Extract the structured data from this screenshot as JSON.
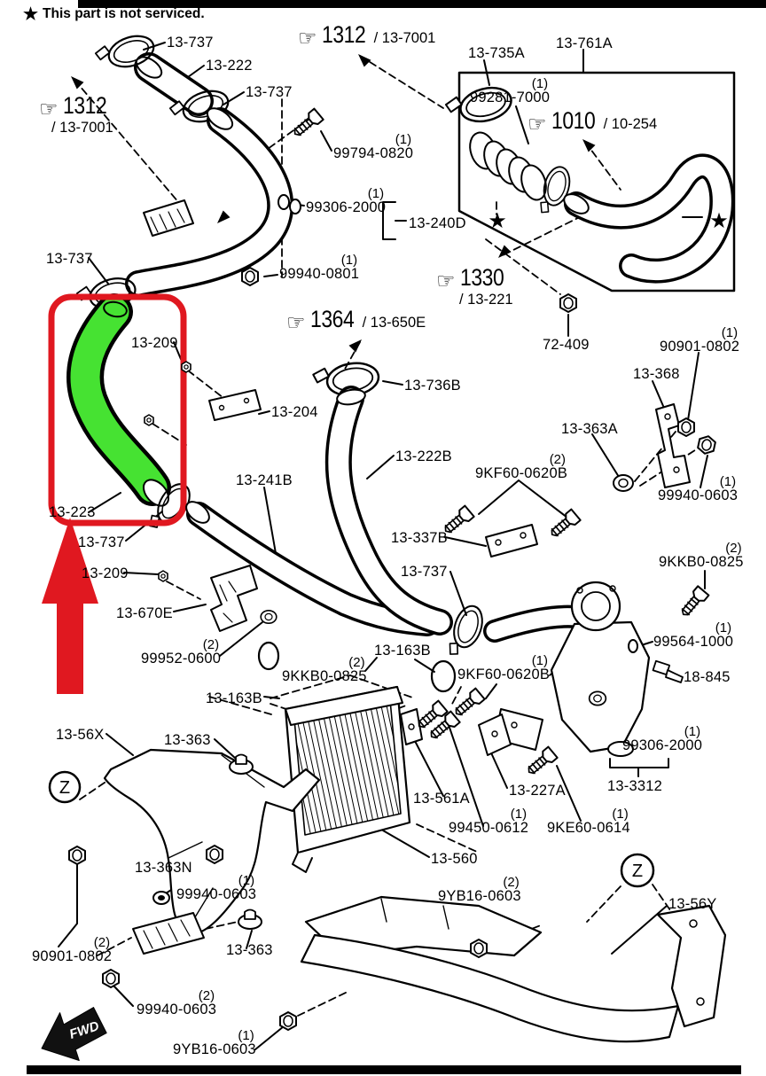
{
  "note": {
    "text": "This part is not serviced."
  },
  "symbols": {
    "star": "★",
    "hand": "☞"
  },
  "zone": "Z",
  "fwd": "FWD",
  "colors": {
    "highlight_red": "#e01820",
    "hose_green": "#46e232",
    "ink": "#000000",
    "paper": "#ffffff"
  },
  "callouts": [
    {
      "num": "1312",
      "sub": "/ 13-7001"
    },
    {
      "num": "1312",
      "sub": "/ 13-7001"
    },
    {
      "num": "1010",
      "sub": "/ 10-254"
    },
    {
      "num": "1330",
      "sub": "/ 13-221"
    },
    {
      "num": "1364",
      "sub": "/ 13-650E"
    }
  ],
  "labels": [
    {
      "text": "13-737"
    },
    {
      "text": "13-222"
    },
    {
      "text": "13-737"
    },
    {
      "text": "99794-0820",
      "qty": "(1)"
    },
    {
      "text": "13-735A"
    },
    {
      "text": "13-761A"
    },
    {
      "text": "99281-7000",
      "qty": "(1)"
    },
    {
      "text": "99306-2000",
      "qty": "(1)"
    },
    {
      "text": "13-240D"
    },
    {
      "text": "13-737"
    },
    {
      "text": "99940-0801",
      "qty": "(1)"
    },
    {
      "text": "72-409"
    },
    {
      "text": "90901-0802",
      "qty": "(1)"
    },
    {
      "text": "13-368"
    },
    {
      "text": "13-209"
    },
    {
      "text": "13-204"
    },
    {
      "text": "13-736B"
    },
    {
      "text": "13-363A"
    },
    {
      "text": "13-222B"
    },
    {
      "text": "9KF60-0620B",
      "qty": "(2)"
    },
    {
      "text": "99940-0603",
      "qty": "(1)"
    },
    {
      "text": "13-241B"
    },
    {
      "text": "13-337B"
    },
    {
      "text": "13-223"
    },
    {
      "text": "13-737"
    },
    {
      "text": "9KKB0-0825",
      "qty": "(2)"
    },
    {
      "text": "13-209"
    },
    {
      "text": "13-737"
    },
    {
      "text": "13-670E"
    },
    {
      "text": "99952-0600",
      "qty": "(2)"
    },
    {
      "text": "13-163B"
    },
    {
      "text": "9KKB0-0825",
      "qty": "(2)"
    },
    {
      "text": "9KF60-0620B",
      "qty": "(1)"
    },
    {
      "text": "99564-1000",
      "qty": "(1)"
    },
    {
      "text": "18-845"
    },
    {
      "text": "13-163B"
    },
    {
      "text": "13-56X"
    },
    {
      "text": "13-363"
    },
    {
      "text": "99306-2000",
      "qty": "(1)"
    },
    {
      "text": "13-3312"
    },
    {
      "text": "13-227A"
    },
    {
      "text": "13-561A"
    },
    {
      "text": "99450-0612",
      "qty": "(1)"
    },
    {
      "text": "9KE60-0614",
      "qty": "(1)"
    },
    {
      "text": "13-560"
    },
    {
      "text": "13-363N"
    },
    {
      "text": "99940-0603",
      "qty": "(1)"
    },
    {
      "text": "9YB16-0603",
      "qty": "(2)"
    },
    {
      "text": "13-56Y"
    },
    {
      "text": "90901-0802",
      "qty": "(2)"
    },
    {
      "text": "13-363"
    },
    {
      "text": "99940-0603",
      "qty": "(2)"
    },
    {
      "text": "9YB16-0603",
      "qty": "(1)"
    }
  ]
}
